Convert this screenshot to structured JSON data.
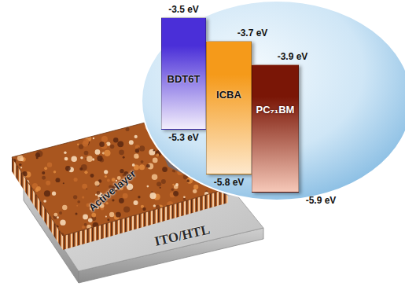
{
  "diagram": {
    "nodes": [
      {
        "text": [
          "-3.5 eV",
          "BDT6T",
          "-5.3 eV"
        ]
      },
      {
        "text": [
          "-3.7 eV",
          "ICBA",
          "-5.8 eV"
        ]
      },
      {
        "text": [
          "-3.9 eV",
          "PC₇₁BM",
          "-5.9 eV"
        ]
      }
    ],
    "labels": [
      "Active layer",
      "ITO/HTL"
    ]
  }
}
